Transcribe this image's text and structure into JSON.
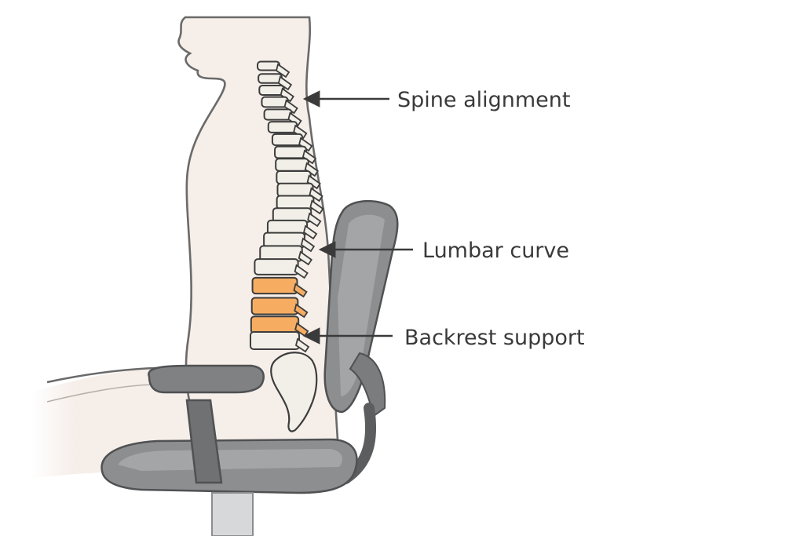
{
  "diagram": {
    "callouts": [
      {
        "id": "spine-alignment",
        "label": "Spine alignment"
      },
      {
        "id": "lumbar-curve",
        "label": "Lumbar curve"
      },
      {
        "id": "backrest-support",
        "label": "Backrest support"
      }
    ]
  },
  "colors": {
    "body_fill": "#f6eee9",
    "outline": "#5a5a5a",
    "bone": "#f1efe7",
    "bone_stroke": "#3d3d3d",
    "highlight": "#f6ad62",
    "chair": "#8c8e90",
    "chair_dark": "#5b5d5f",
    "label_text": "#3a3a3a"
  }
}
